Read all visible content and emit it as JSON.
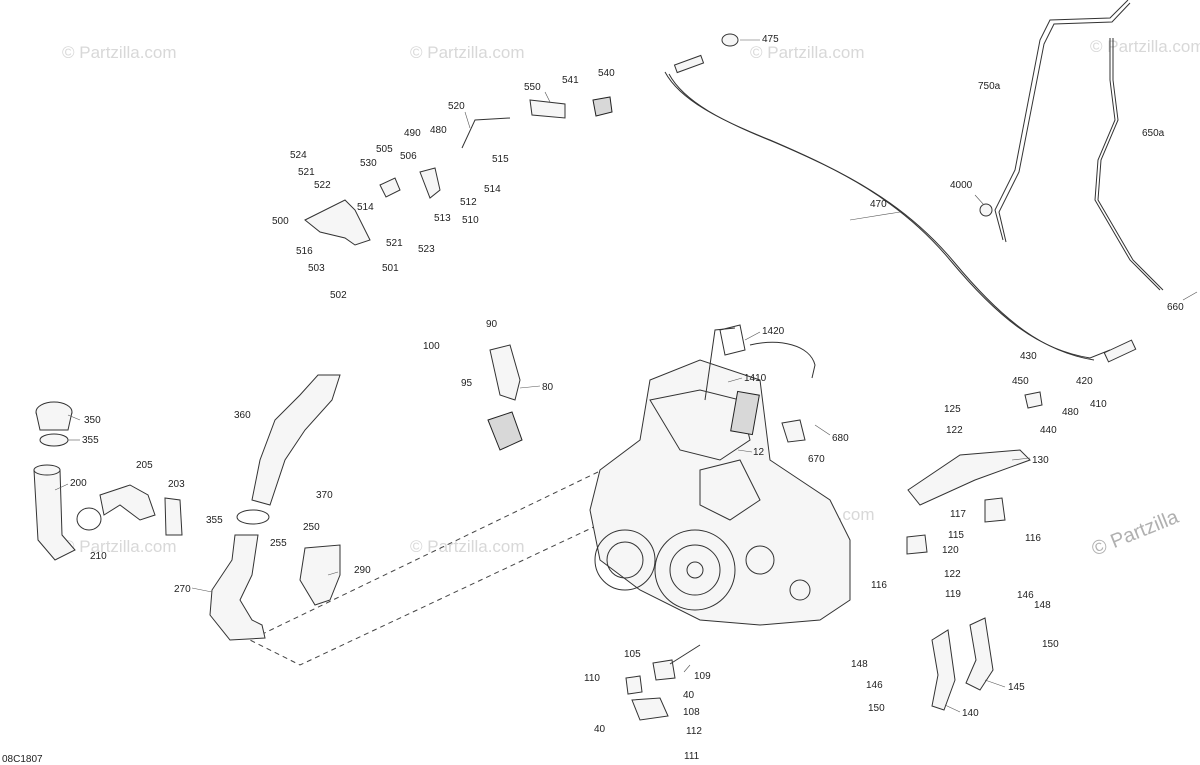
{
  "diagram_code": "08C1807",
  "watermarks": [
    "© Partzilla.com",
    "© Partzilla"
  ],
  "callouts": [
    "475",
    "550",
    "541",
    "540",
    "520",
    "524",
    "521",
    "522",
    "530",
    "505",
    "506",
    "490",
    "480",
    "515",
    "514",
    "512",
    "513",
    "510",
    "500",
    "514",
    "521",
    "523",
    "516",
    "503",
    "501",
    "502",
    "750a",
    "650a",
    "4000",
    "470",
    "660",
    "1420",
    "1410",
    "100",
    "90",
    "95",
    "80",
    "12",
    "680",
    "670",
    "430",
    "450",
    "420",
    "410",
    "480",
    "440",
    "125",
    "122",
    "130",
    "117",
    "115",
    "120",
    "116",
    "116",
    "122",
    "119",
    "350",
    "355",
    "200",
    "210",
    "205",
    "203",
    "360",
    "370",
    "355",
    "250",
    "255",
    "270",
    "290",
    "146",
    "148",
    "150",
    "148",
    "146",
    "150",
    "140",
    "145",
    "105",
    "110",
    "109",
    "40",
    "108",
    "40",
    "112",
    "111"
  ]
}
